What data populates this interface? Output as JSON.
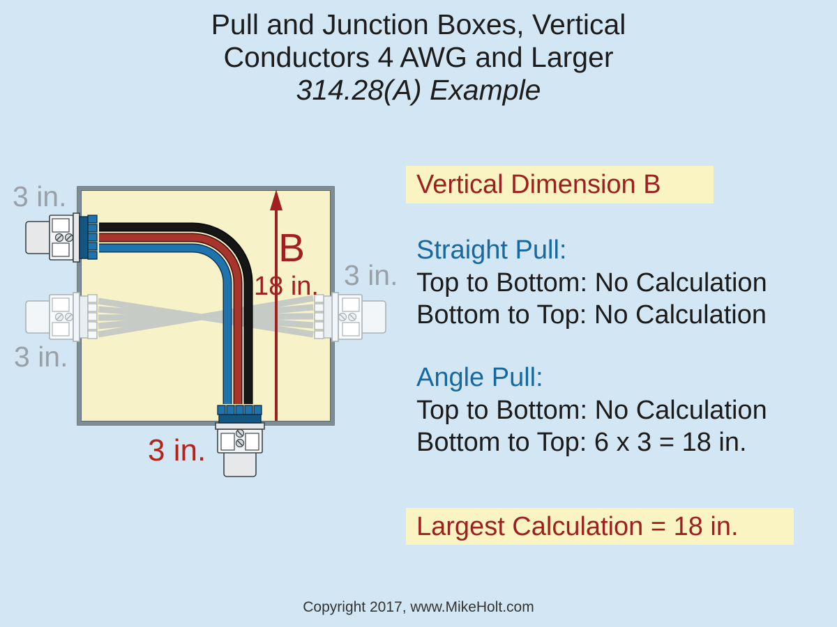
{
  "title": {
    "line1": "Pull and Junction Boxes, Vertical",
    "line2": "Conductors 4 AWG and Larger",
    "line3": "314.28(A) Example"
  },
  "diagram": {
    "label_top_left": "3 in.",
    "label_middle_left": "3 in.",
    "label_right": "3 in.",
    "label_bottom": "3 in.",
    "dimension_letter": "B",
    "dimension_value": "18 in."
  },
  "info": {
    "heading": "Vertical Dimension B",
    "straight_heading": "Straight Pull:",
    "straight_line1": "Top to Bottom: No Calculation",
    "straight_line2": "Bottom to Top: No Calculation",
    "angle_heading": "Angle Pull:",
    "angle_line1": "Top to Bottom: No Calculation",
    "angle_line2": "Bottom to Top: 6 x 3 = 18 in.",
    "result": "Largest Calculation = 18 in."
  },
  "footer": {
    "copyright": "Copyright 2017, www.MikeHolt.com"
  },
  "colors": {
    "background": "#d2e6f3",
    "box_fill": "#f8f2c8",
    "box_border": "#7e8d93",
    "highlight_yellow": "#faf3c2",
    "dark_red_text": "#9e1f1f",
    "dimension_red": "#a02020",
    "bottom_label_red": "#b2231a",
    "blue_heading": "#16699e",
    "gray_label": "#98a1a7",
    "conductor_black": "#161616",
    "conductor_red": "#a8352b",
    "conductor_blue": "#1f74ad"
  }
}
